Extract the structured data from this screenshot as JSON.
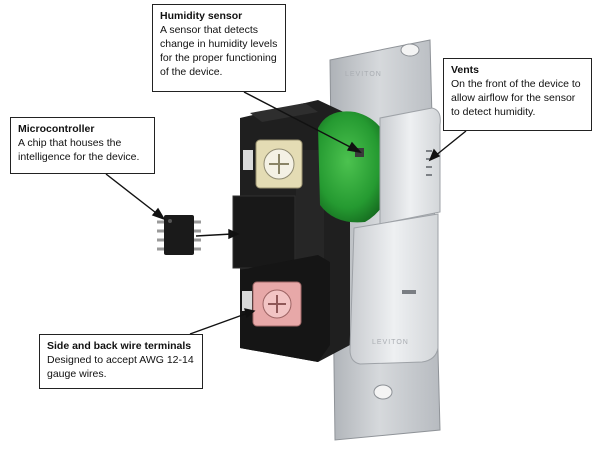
{
  "callouts": {
    "humidity_sensor": {
      "title": "Humidity sensor",
      "description": "A sensor that detects change in humidity levels for the proper functioning of the device."
    },
    "vents": {
      "title": "Vents",
      "description": "On the front of the device to allow airflow for the sensor to detect humidity."
    },
    "microcontroller": {
      "title": "Microcontroller",
      "description": "A chip that houses the intelligence for the device."
    },
    "wire_terminals": {
      "title": "Side and back wire terminals",
      "description": "Designed to accept AWG 12-14 gauge wires."
    }
  },
  "device": {
    "brand_mark": "LEVITON"
  },
  "colors": {
    "sensor_green": "#2fa83a",
    "body_black": "#1c1c1c",
    "plate_silver": "#c9ccd0",
    "cover_white": "#e9ebed",
    "terminal_brass": "#e4dcb4",
    "terminal_pink": "#e7a8a8"
  }
}
